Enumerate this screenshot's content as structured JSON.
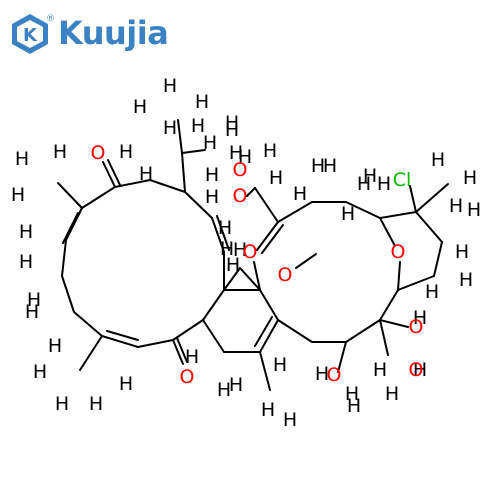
{
  "brand": {
    "name": "Kuujia",
    "registered": "®",
    "color": "#3b82c4"
  },
  "molecule": {
    "atom_colors": {
      "H": "#000000",
      "O": "#ff0000",
      "Cl": "#00c000",
      "bond": "#000000"
    },
    "labels": [
      {
        "t": "H"
      },
      {
        "t": "H"
      },
      {
        "t": "H"
      },
      {
        "t": "H"
      },
      {
        "t": "H"
      },
      {
        "t": "H"
      },
      {
        "t": "H"
      },
      {
        "t": "H"
      },
      {
        "t": "H"
      },
      {
        "t": "H"
      },
      {
        "t": "H"
      },
      {
        "t": "H"
      },
      {
        "t": "H"
      },
      {
        "t": "H"
      },
      {
        "t": "H"
      },
      {
        "t": "H"
      },
      {
        "t": "H"
      },
      {
        "t": "H"
      },
      {
        "t": "H"
      },
      {
        "t": "H"
      },
      {
        "t": "H"
      },
      {
        "t": "H"
      },
      {
        "t": "H"
      },
      {
        "t": "H"
      },
      {
        "t": "H"
      },
      {
        "t": "H"
      },
      {
        "t": "H"
      },
      {
        "t": "H"
      },
      {
        "t": "H"
      },
      {
        "t": "H"
      },
      {
        "t": "H"
      },
      {
        "t": "H"
      },
      {
        "t": "H"
      },
      {
        "t": "H"
      },
      {
        "t": "H"
      },
      {
        "t": "H"
      },
      {
        "t": "H"
      },
      {
        "t": "H"
      },
      {
        "t": "H"
      },
      {
        "t": "H"
      },
      {
        "t": "H"
      },
      {
        "t": "H"
      },
      {
        "t": "H"
      },
      {
        "t": "H"
      },
      {
        "t": "H"
      },
      {
        "t": "H"
      },
      {
        "t": "H"
      },
      {
        "t": "H"
      },
      {
        "t": "H"
      },
      {
        "t": "H"
      },
      {
        "t": "H"
      },
      {
        "t": "H"
      },
      {
        "t": "H"
      },
      {
        "t": "H"
      },
      {
        "t": "H"
      },
      {
        "t": "H"
      },
      {
        "t": "H"
      },
      {
        "t": "H"
      },
      {
        "t": "H"
      },
      {
        "t": "O"
      },
      {
        "t": "O"
      },
      {
        "t": "O"
      },
      {
        "t": "O"
      },
      {
        "t": "O"
      },
      {
        "t": "O"
      },
      {
        "t": "O"
      },
      {
        "t": "O"
      },
      {
        "t": "O"
      },
      {
        "t": "O"
      },
      {
        "t": "Cl"
      }
    ]
  }
}
